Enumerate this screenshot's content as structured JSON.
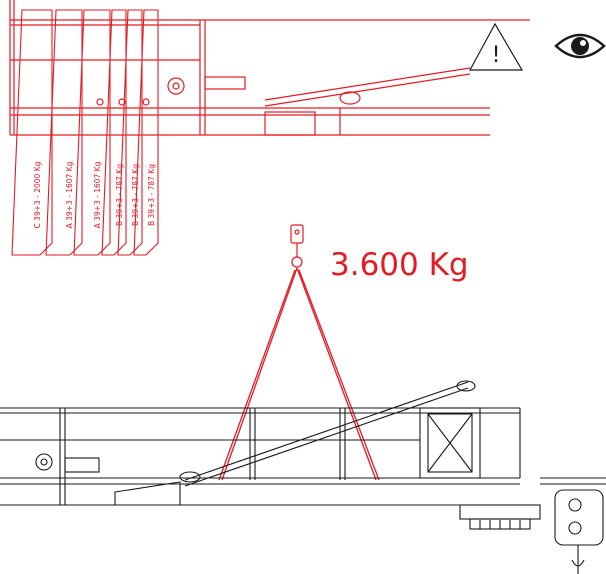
{
  "load_weight": "3.600 Kg",
  "colors": {
    "accent": "#e31b23",
    "line": "#1a1a1a"
  },
  "icons": [
    "warning-triangle-icon",
    "eye-icon"
  ],
  "ballast_blocks": [
    {
      "id": "C",
      "label": "C 39+3 - 2000 Kg"
    },
    {
      "id": "A1",
      "label": "A 39+3 - 1607 Kg"
    },
    {
      "id": "A2",
      "label": "A 39+3 - 1607 Kg"
    },
    {
      "id": "B1",
      "label": "B 39+3 - 787 Kg"
    },
    {
      "id": "B2",
      "label": "B 39+3 - 787 Kg"
    },
    {
      "id": "B3",
      "label": "B 39+3 - 787 Kg"
    }
  ]
}
